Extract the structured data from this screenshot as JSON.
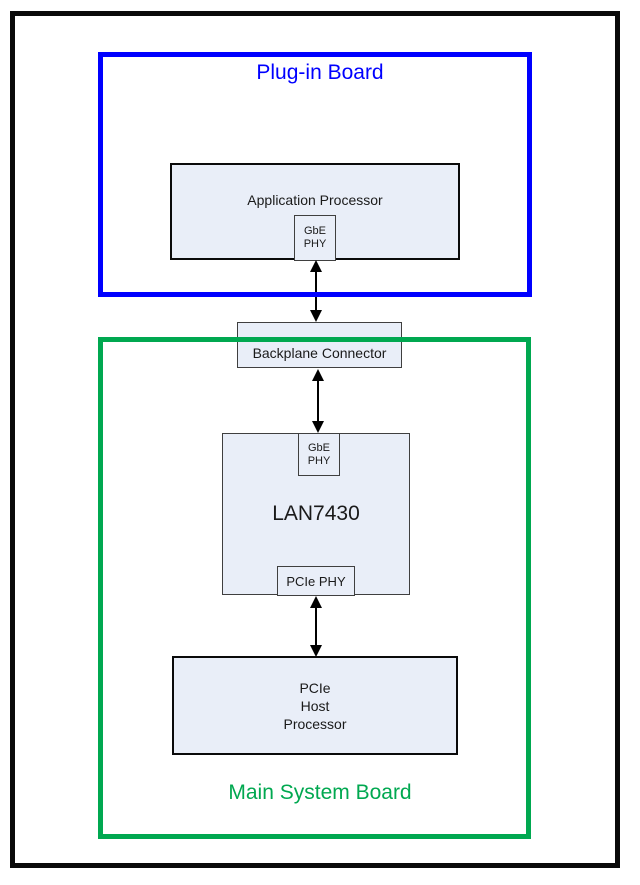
{
  "colors": {
    "plugin_board_accent": "#0000ff",
    "main_board_accent": "#00a850",
    "node_fill": "#e9eef8",
    "thin_border": "#3f3f3f",
    "thick_border": "#0a0a0a"
  },
  "boards": {
    "plug_in": {
      "label": "Plug-in Board"
    },
    "main_system": {
      "label": "Main System Board"
    }
  },
  "nodes": {
    "application_processor": {
      "label": "Application Processor"
    },
    "ap_gbe_phy": {
      "line1": "GbE",
      "line2": "PHY"
    },
    "backplane_connector": {
      "label": "Backplane Connector"
    },
    "lan7430": {
      "label": "LAN7430"
    },
    "lan_gbe_phy": {
      "line1": "GbE",
      "line2": "PHY"
    },
    "lan_pcie_phy": {
      "label": "PCIe PHY"
    },
    "pcie_host": {
      "line1": "PCIe",
      "line2": "Host",
      "line3": "Processor"
    }
  }
}
